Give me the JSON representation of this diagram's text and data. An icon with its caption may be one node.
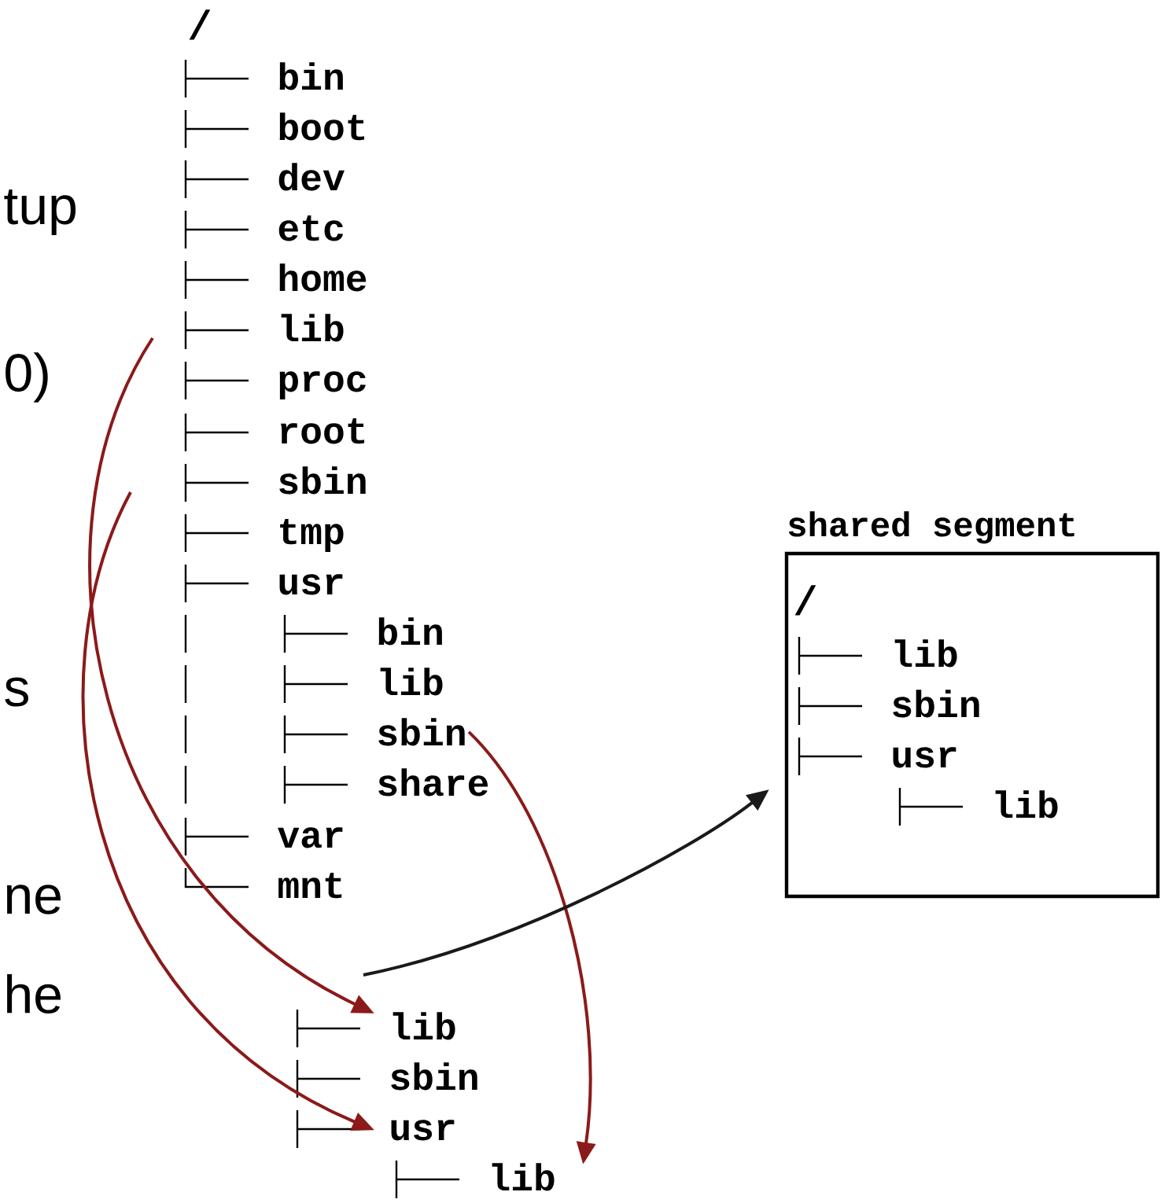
{
  "diagram": {
    "nodes": [
      {
        "text": [
          "/"
        ]
      },
      {
        "text": [
          "bin"
        ]
      },
      {
        "text": [
          "boot"
        ]
      },
      {
        "text": [
          "dev"
        ]
      },
      {
        "text": [
          "etc"
        ]
      },
      {
        "text": [
          "home"
        ]
      },
      {
        "text": [
          "lib"
        ]
      },
      {
        "text": [
          "proc"
        ]
      },
      {
        "text": [
          "root"
        ]
      },
      {
        "text": [
          "sbin"
        ]
      },
      {
        "text": [
          "tmp"
        ]
      },
      {
        "text": [
          "usr"
        ]
      },
      {
        "text": [
          "bin"
        ]
      },
      {
        "text": [
          "lib"
        ]
      },
      {
        "text": [
          "sbin"
        ]
      },
      {
        "text": [
          "share"
        ]
      },
      {
        "text": [
          "var"
        ]
      },
      {
        "text": [
          "mnt"
        ]
      },
      {
        "text": [
          "shared segment"
        ]
      },
      {
        "text": [
          "/"
        ],
        "in": 18
      },
      {
        "text": [
          "lib"
        ],
        "in": 18
      },
      {
        "text": [
          "sbin"
        ],
        "in": 18
      },
      {
        "text": [
          "usr"
        ],
        "in": 18
      },
      {
        "text": [
          "lib"
        ],
        "in": 18
      },
      {
        "text": [
          "lib"
        ]
      },
      {
        "text": [
          "sbin"
        ]
      },
      {
        "text": [
          "usr"
        ]
      },
      {
        "text": [
          "lib"
        ]
      }
    ],
    "edges": [
      {
        "from": null,
        "to": 24,
        "arrow": "to"
      },
      {
        "from": null,
        "to": 26,
        "arrow": "to"
      },
      {
        "from": 14,
        "to": 27,
        "arrow": "to"
      },
      {
        "from": null,
        "to": 18,
        "arrow": "to",
        "color": "#1a1a1a"
      }
    ],
    "labels": [
      "tup",
      "0)",
      "s",
      "ne",
      "he"
    ]
  }
}
